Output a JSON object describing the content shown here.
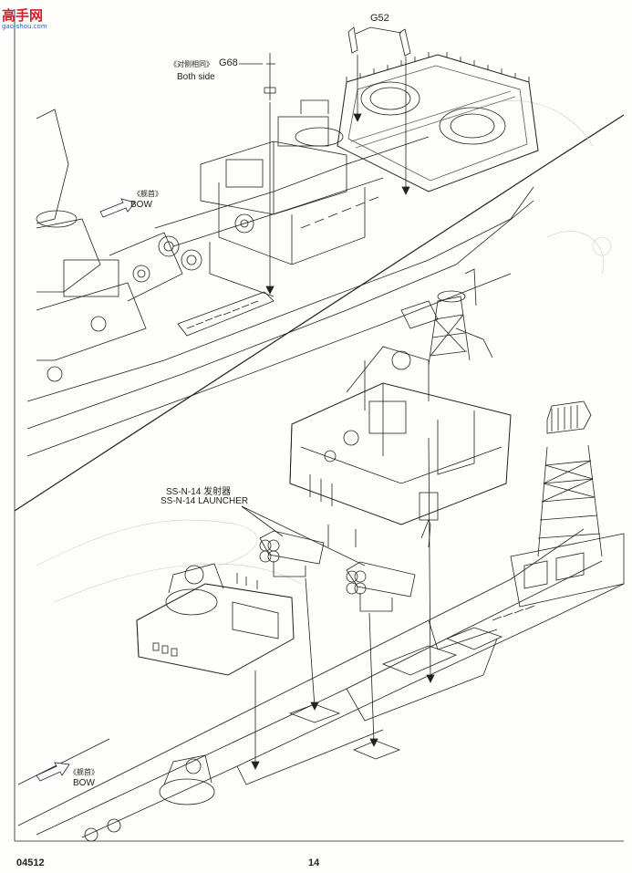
{
  "watermark": {
    "brand": "高手网",
    "site": "gao-shou.com"
  },
  "callouts": {
    "g52": "G52",
    "g68": "G68",
    "g68_note_cn": "《对侧相同》",
    "g68_note_en": "Both side",
    "bow_top_cn": "《舰首》",
    "bow_top_en": "BOW",
    "launcher_cn": "SS-N-14  发射器",
    "launcher_en": "SS-N-14 LAUNCHER",
    "bow_bottom_cn": "《舰首》",
    "bow_bottom_en": "BOW"
  },
  "footer": {
    "page_code": "04512",
    "page_number": "14"
  }
}
